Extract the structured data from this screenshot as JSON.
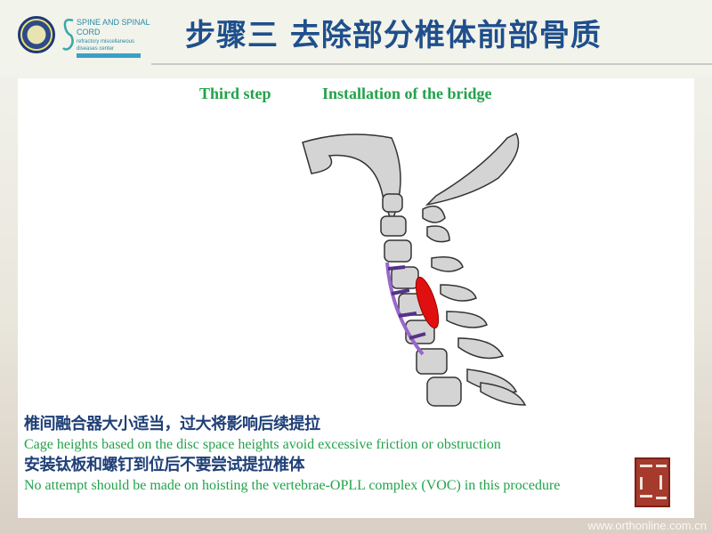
{
  "header": {
    "title": "步骤三  去除部分椎体前部骨质",
    "logo_text": "SPINE AND SPINAL CORD",
    "logo_subtext": "refractory miscellaneous diseases center"
  },
  "subtitle": {
    "step": "Third step",
    "name": "Installation of the bridge"
  },
  "notes": [
    {
      "cn": "椎间融合器大小适当，过大将影响后续提拉",
      "en": "Cage heights based on the disc space heights avoid excessive friction or  obstruction"
    },
    {
      "cn": "安装钛板和螺钉到位后不要尝试提拉椎体",
      "en": "No attempt should be made on hoisting the  vertebrae-OPLL complex (VOC) in this procedure"
    }
  ],
  "watermark": "www.orthonline.com.cn",
  "colors": {
    "title": "#1f4f8c",
    "accent_green": "#22a24a",
    "plate": "#9966cc",
    "opll": "#e01010"
  }
}
